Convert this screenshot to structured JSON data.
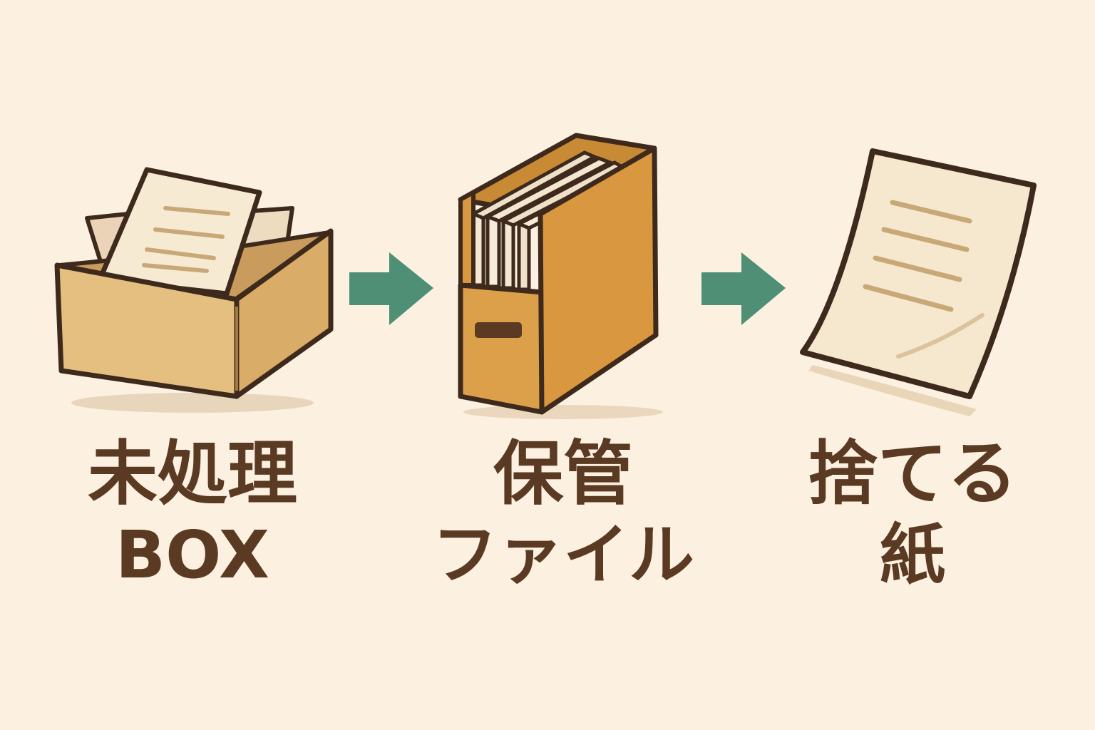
{
  "colors": {
    "background": "#fcf0e0",
    "outline": "#3e2a1c",
    "arrow": "#4e8f76",
    "box": "#e4bf7f",
    "file_box": "#dca04a",
    "paper": "#f5e8cf",
    "text": "#5a3a22"
  },
  "steps": [
    {
      "icon": "cardboard-box-icon",
      "label_line1": "未処理",
      "label_line2": "BOX"
    },
    {
      "icon": "file-box-icon",
      "label_line1": "保管",
      "label_line2": "ファイル"
    },
    {
      "icon": "paper-sheet-icon",
      "label_line1": "捨てる",
      "label_line2": "紙"
    }
  ],
  "arrows": [
    "arrow-right-icon",
    "arrow-right-icon"
  ]
}
